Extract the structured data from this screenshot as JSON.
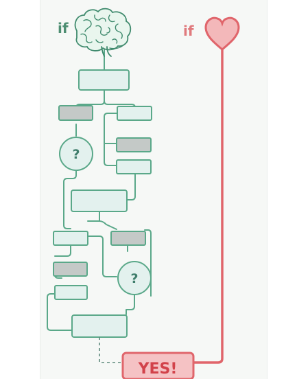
{
  "diagram": {
    "brain_label": "if",
    "heart_label": "if",
    "question_marks": [
      "?",
      "?"
    ],
    "outcome_label": "YES!"
  },
  "colors": {
    "green_stroke": "#5aa889",
    "green_fill": "#e3f1ee",
    "grey_fill": "#c4c9c7",
    "red_stroke": "#e0656b",
    "red_fill": "#f3b8ba",
    "panel_background": "#f6f8f6"
  },
  "icons": {
    "brain": "brain-icon",
    "heart": "heart-icon"
  }
}
